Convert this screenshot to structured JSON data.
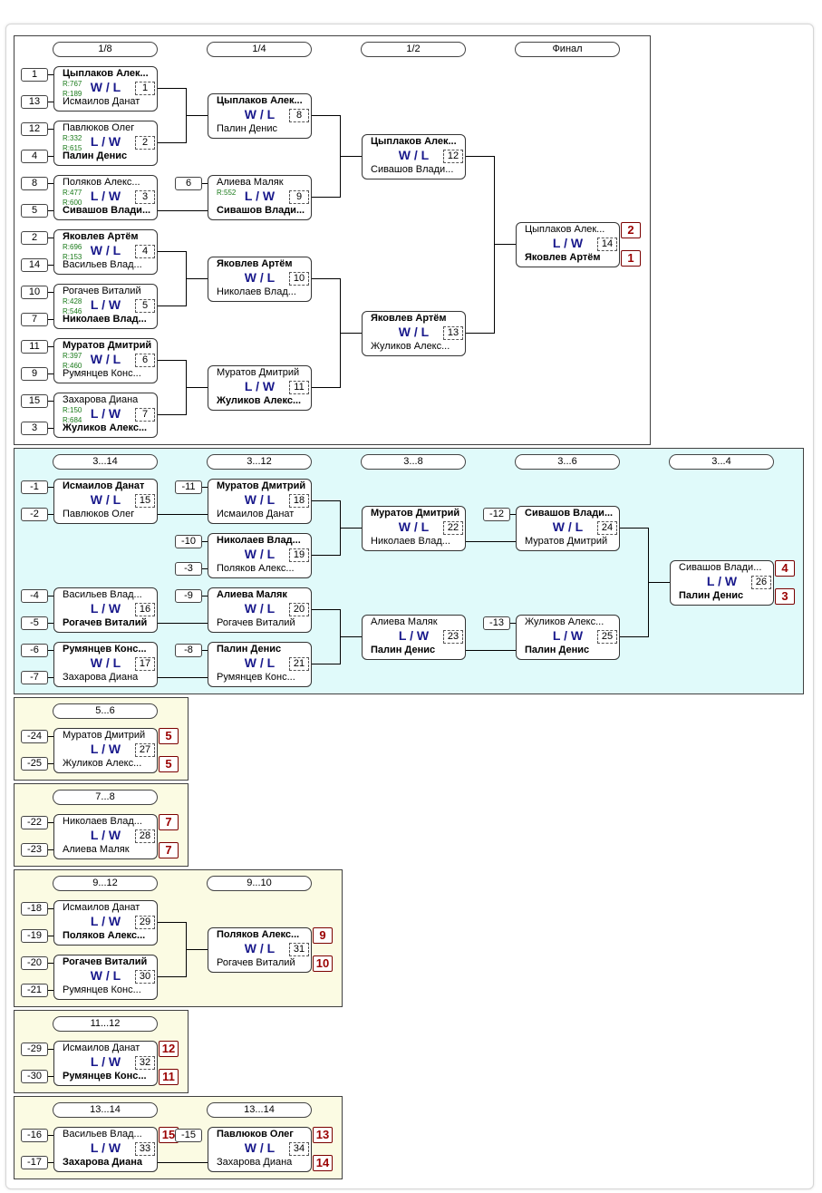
{
  "main": {
    "rounds": [
      "1/8",
      "1/4",
      "1/2",
      "Финал"
    ],
    "m1": {
      "p1": "Цыплаков Алек...",
      "p2": "Исмаилов Данат",
      "score": "W / L",
      "num": "1",
      "r1": "R:767",
      "r2": "R:189"
    },
    "m2": {
      "p1": "Павлюков Олег",
      "p2": "Палин Денис",
      "score": "L / W",
      "num": "2",
      "r1": "R:332",
      "r2": "R:615"
    },
    "m3": {
      "p1": "Поляков Алекс...",
      "p2": "Сивашов Влади...",
      "score": "L / W",
      "num": "3",
      "r1": "R:477",
      "r2": "R:600"
    },
    "m4": {
      "p1": "Яковлев Артём",
      "p2": "Васильев Влад...",
      "score": "W / L",
      "num": "4",
      "r1": "R:696",
      "r2": "R:153"
    },
    "m5": {
      "p1": "Рогачев Виталий",
      "p2": "Николаев Влад...",
      "score": "L / W",
      "num": "5",
      "r1": "R:428",
      "r2": "R:546"
    },
    "m6": {
      "p1": "Муратов Дмитрий",
      "p2": "Румянцев Конс...",
      "score": "W / L",
      "num": "6",
      "r1": "R:397",
      "r2": "R:460"
    },
    "m7": {
      "p1": "Захарова Диана",
      "p2": "Жуликов Алекс...",
      "score": "L / W",
      "num": "7",
      "r1": "R:150",
      "r2": "R:684"
    },
    "m8": {
      "p1": "Цыплаков Алек...",
      "p2": "Палин Денис",
      "score": "W / L",
      "num": "8"
    },
    "m9": {
      "p1": "Алиева Маляк",
      "p2": "Сивашов Влади...",
      "score": "L / W",
      "num": "9",
      "r1": "R:552"
    },
    "m10": {
      "p1": "Яковлев Артём",
      "p2": "Николаев Влад...",
      "score": "W / L",
      "num": "10"
    },
    "m11": {
      "p1": "Муратов Дмитрий",
      "p2": "Жуликов Алекс...",
      "score": "L / W",
      "num": "11"
    },
    "m12": {
      "p1": "Цыплаков Алек...",
      "p2": "Сивашов Влади...",
      "score": "W / L",
      "num": "12"
    },
    "m13": {
      "p1": "Яковлев Артём",
      "p2": "Жуликов Алекс...",
      "score": "W / L",
      "num": "13"
    },
    "m14": {
      "p1": "Цыплаков Алек...",
      "p2": "Яковлев Артём",
      "score": "L / W",
      "num": "14",
      "place1": "2",
      "place2": "1"
    },
    "seeds": [
      "1",
      "13",
      "12",
      "4",
      "8",
      "5",
      "2",
      "14",
      "10",
      "7",
      "11",
      "9",
      "15",
      "3",
      "6"
    ]
  },
  "third": {
    "rounds": [
      "3...14",
      "3...12",
      "3...8",
      "3...6",
      "3...4"
    ],
    "m15": {
      "p1": "Исмаилов Данат",
      "p2": "Павлюков Олег",
      "score": "W / L",
      "num": "15"
    },
    "m16": {
      "p1": "Васильев Влад...",
      "p2": "Рогачев Виталий",
      "score": "L / W",
      "num": "16"
    },
    "m17": {
      "p1": "Румянцев Конс...",
      "p2": "Захарова Диана",
      "score": "W / L",
      "num": "17"
    },
    "m18": {
      "p1": "Муратов Дмитрий",
      "p2": "Исмаилов Данат",
      "score": "W / L",
      "num": "18"
    },
    "m19": {
      "p1": "Николаев Влад...",
      "p2": "Поляков Алекс...",
      "score": "W / L",
      "num": "19"
    },
    "m20": {
      "p1": "Алиева Маляк",
      "p2": "Рогачев Виталий",
      "score": "W / L",
      "num": "20"
    },
    "m21": {
      "p1": "Палин Денис",
      "p2": "Румянцев Конс...",
      "score": "W / L",
      "num": "21"
    },
    "m22": {
      "p1": "Муратов Дмитрий",
      "p2": "Николаев Влад...",
      "score": "W / L",
      "num": "22"
    },
    "m23": {
      "p1": "Алиева Маляк",
      "p2": "Палин Денис",
      "score": "L / W",
      "num": "23"
    },
    "m24": {
      "p1": "Сивашов Влади...",
      "p2": "Муратов Дмитрий",
      "score": "W / L",
      "num": "24"
    },
    "m25": {
      "p1": "Жуликов Алекс...",
      "p2": "Палин Денис",
      "score": "L / W",
      "num": "25"
    },
    "m26": {
      "p1": "Сивашов Влади...",
      "p2": "Палин Денис",
      "score": "L / W",
      "num": "26",
      "place1": "4",
      "place2": "3"
    },
    "seeds": [
      "-1",
      "-2",
      "-4",
      "-5",
      "-6",
      "-7",
      "-11",
      "-10",
      "-3",
      "-9",
      "-8",
      "-12",
      "-13"
    ]
  },
  "fifth": {
    "round": "5...6",
    "m27": {
      "p1": "Муратов Дмитрий",
      "p2": "Жуликов Алекс...",
      "score": "L / W",
      "num": "27",
      "place1": "5",
      "place2": "5"
    },
    "seeds": [
      "-24",
      "-25"
    ]
  },
  "seventh": {
    "round": "7...8",
    "m28": {
      "p1": "Николаев Влад...",
      "p2": "Алиева Маляк",
      "score": "L / W",
      "num": "28",
      "place1": "7",
      "place2": "7"
    },
    "seeds": [
      "-22",
      "-23"
    ]
  },
  "ninth": {
    "rounds": [
      "9...12",
      "9...10"
    ],
    "m29": {
      "p1": "Исмаилов Данат",
      "p2": "Поляков Алекс...",
      "score": "L / W",
      "num": "29"
    },
    "m30": {
      "p1": "Рогачев Виталий",
      "p2": "Румянцев Конс...",
      "score": "W / L",
      "num": "30"
    },
    "m31": {
      "p1": "Поляков Алекс...",
      "p2": "Рогачев Виталий",
      "score": "W / L",
      "num": "31",
      "place1": "9",
      "place2": "10"
    },
    "seeds": [
      "-18",
      "-19",
      "-20",
      "-21"
    ]
  },
  "eleventh": {
    "round": "11...12",
    "m32": {
      "p1": "Исмаилов Данат",
      "p2": "Румянцев Конс...",
      "score": "L / W",
      "num": "32",
      "place1": "12",
      "place2": "11"
    },
    "seeds": [
      "-29",
      "-30"
    ]
  },
  "thirteenth": {
    "rounds": [
      "13...14",
      "13...14"
    ],
    "m33": {
      "p1": "Васильев Влад...",
      "p2": "Захарова Диана",
      "score": "L / W",
      "num": "33",
      "place1": "15"
    },
    "m34": {
      "p1": "Павлюков Олег",
      "p2": "Захарова Диана",
      "score": "W / L",
      "num": "34",
      "place1": "13",
      "place2": "14"
    },
    "seeds": [
      "-16",
      "-17",
      "-15"
    ]
  },
  "colors": {
    "score": "#1a1a8c",
    "rating": "#1a7a1a",
    "place": "#9a0000",
    "third_bg": "#e0fafa",
    "lower_bg": "#fbfbe3"
  }
}
